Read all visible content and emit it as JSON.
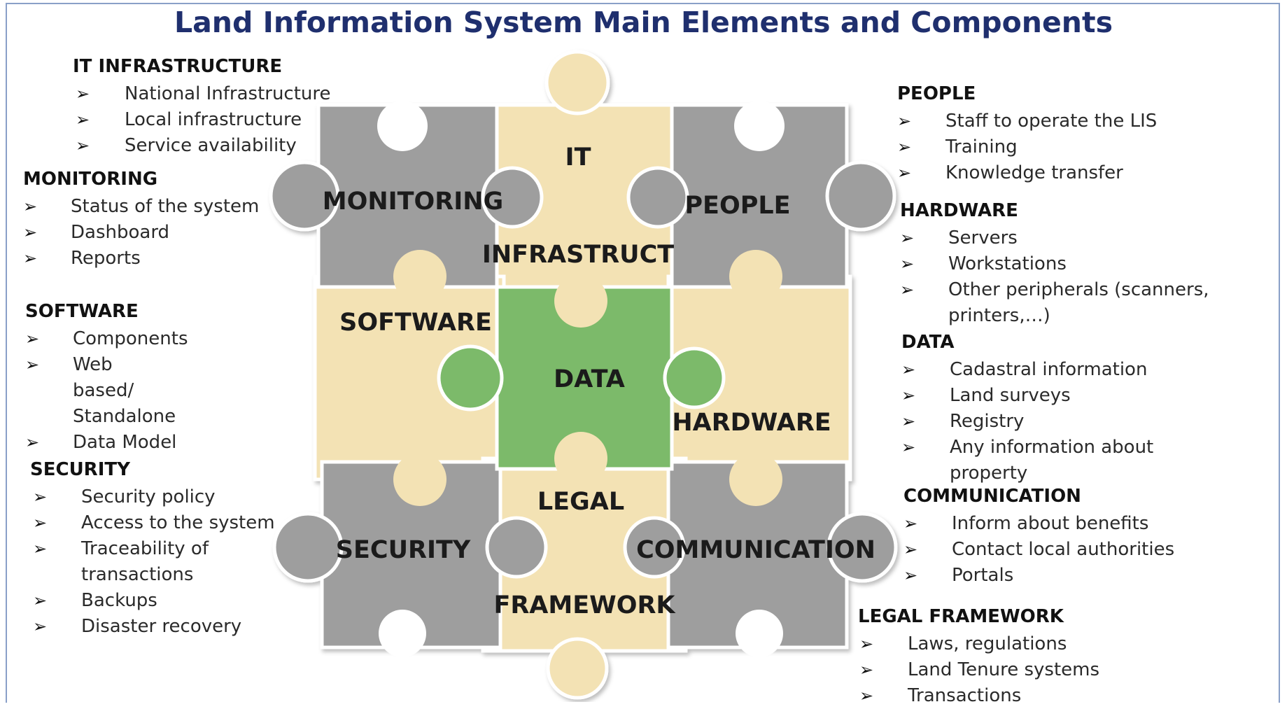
{
  "title": "Land Information System Main Elements and Components",
  "colors": {
    "title": "#1f2f6e",
    "tan_piece": "#f3e2b4",
    "gray_piece": "#9e9e9e",
    "green_piece": "#7cba6a",
    "frame": "#8aa0c8"
  },
  "bullet_icon": "arrow-bullet-icon",
  "puzzle": {
    "monitoring": "MONITORING",
    "it": "IT",
    "infrastruct": "INFRASTRUCT",
    "people": "PEOPLE",
    "software": "SOFTWARE",
    "data": "DATA",
    "hardware": "HARDWARE",
    "security": "SECURITY",
    "legal": "LEGAL",
    "framework": "FRAMEWORK",
    "communication": "COMMUNICATION"
  },
  "left": [
    {
      "heading": "IT INFRASTRUCTURE",
      "items": [
        "National Infrastructure",
        "Local infrastructure",
        "Service availability"
      ]
    },
    {
      "heading": "MONITORING",
      "items": [
        "Status of the system",
        "Dashboard",
        "Reports"
      ]
    },
    {
      "heading": "SOFTWARE",
      "items": [
        "Components",
        "Web based/ Standalone",
        "Data Model"
      ]
    },
    {
      "heading": "SECURITY",
      "items": [
        "Security policy",
        "Access to the system",
        "Traceability of transactions",
        "Backups",
        "Disaster recovery"
      ]
    }
  ],
  "right": [
    {
      "heading": "PEOPLE",
      "items": [
        "Staff to operate the LIS",
        "Training",
        "Knowledge transfer"
      ]
    },
    {
      "heading": "HARDWARE",
      "items": [
        "Servers",
        "Workstations",
        "Other peripherals (scanners, printers,…)"
      ]
    },
    {
      "heading": "DATA",
      "items": [
        "Cadastral information",
        "Land surveys",
        "Registry",
        "Any information about property"
      ]
    },
    {
      "heading": "COMMUNICATION",
      "items": [
        "Inform about benefits",
        "Contact local authorities",
        "Portals"
      ]
    },
    {
      "heading": "LEGAL FRAMEWORK",
      "items": [
        "Laws, regulations",
        "Land Tenure systems",
        "Transactions"
      ]
    }
  ]
}
